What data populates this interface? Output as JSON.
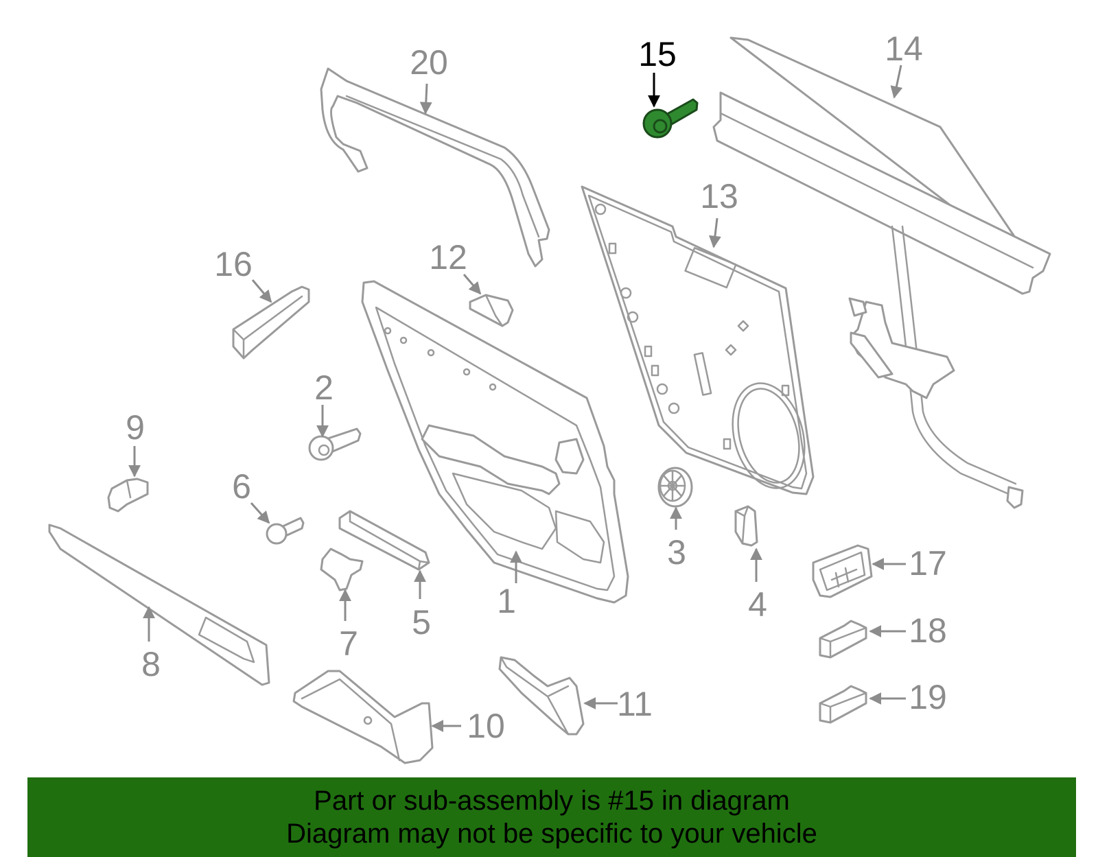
{
  "diagram": {
    "highlighted_part": "15",
    "callouts": [
      "1",
      "2",
      "3",
      "4",
      "5",
      "6",
      "7",
      "8",
      "9",
      "10",
      "11",
      "12",
      "13",
      "14",
      "15",
      "16",
      "17",
      "18",
      "19",
      "20"
    ]
  },
  "banner": {
    "line1": "Part or sub-assembly is #15 in diagram",
    "line2": "Diagram may not be specific to your vehicle",
    "background_color": "#1f6f0f"
  },
  "colors": {
    "part_stroke": "#9a9a9a",
    "highlight_fill": "#2f8a2f"
  }
}
